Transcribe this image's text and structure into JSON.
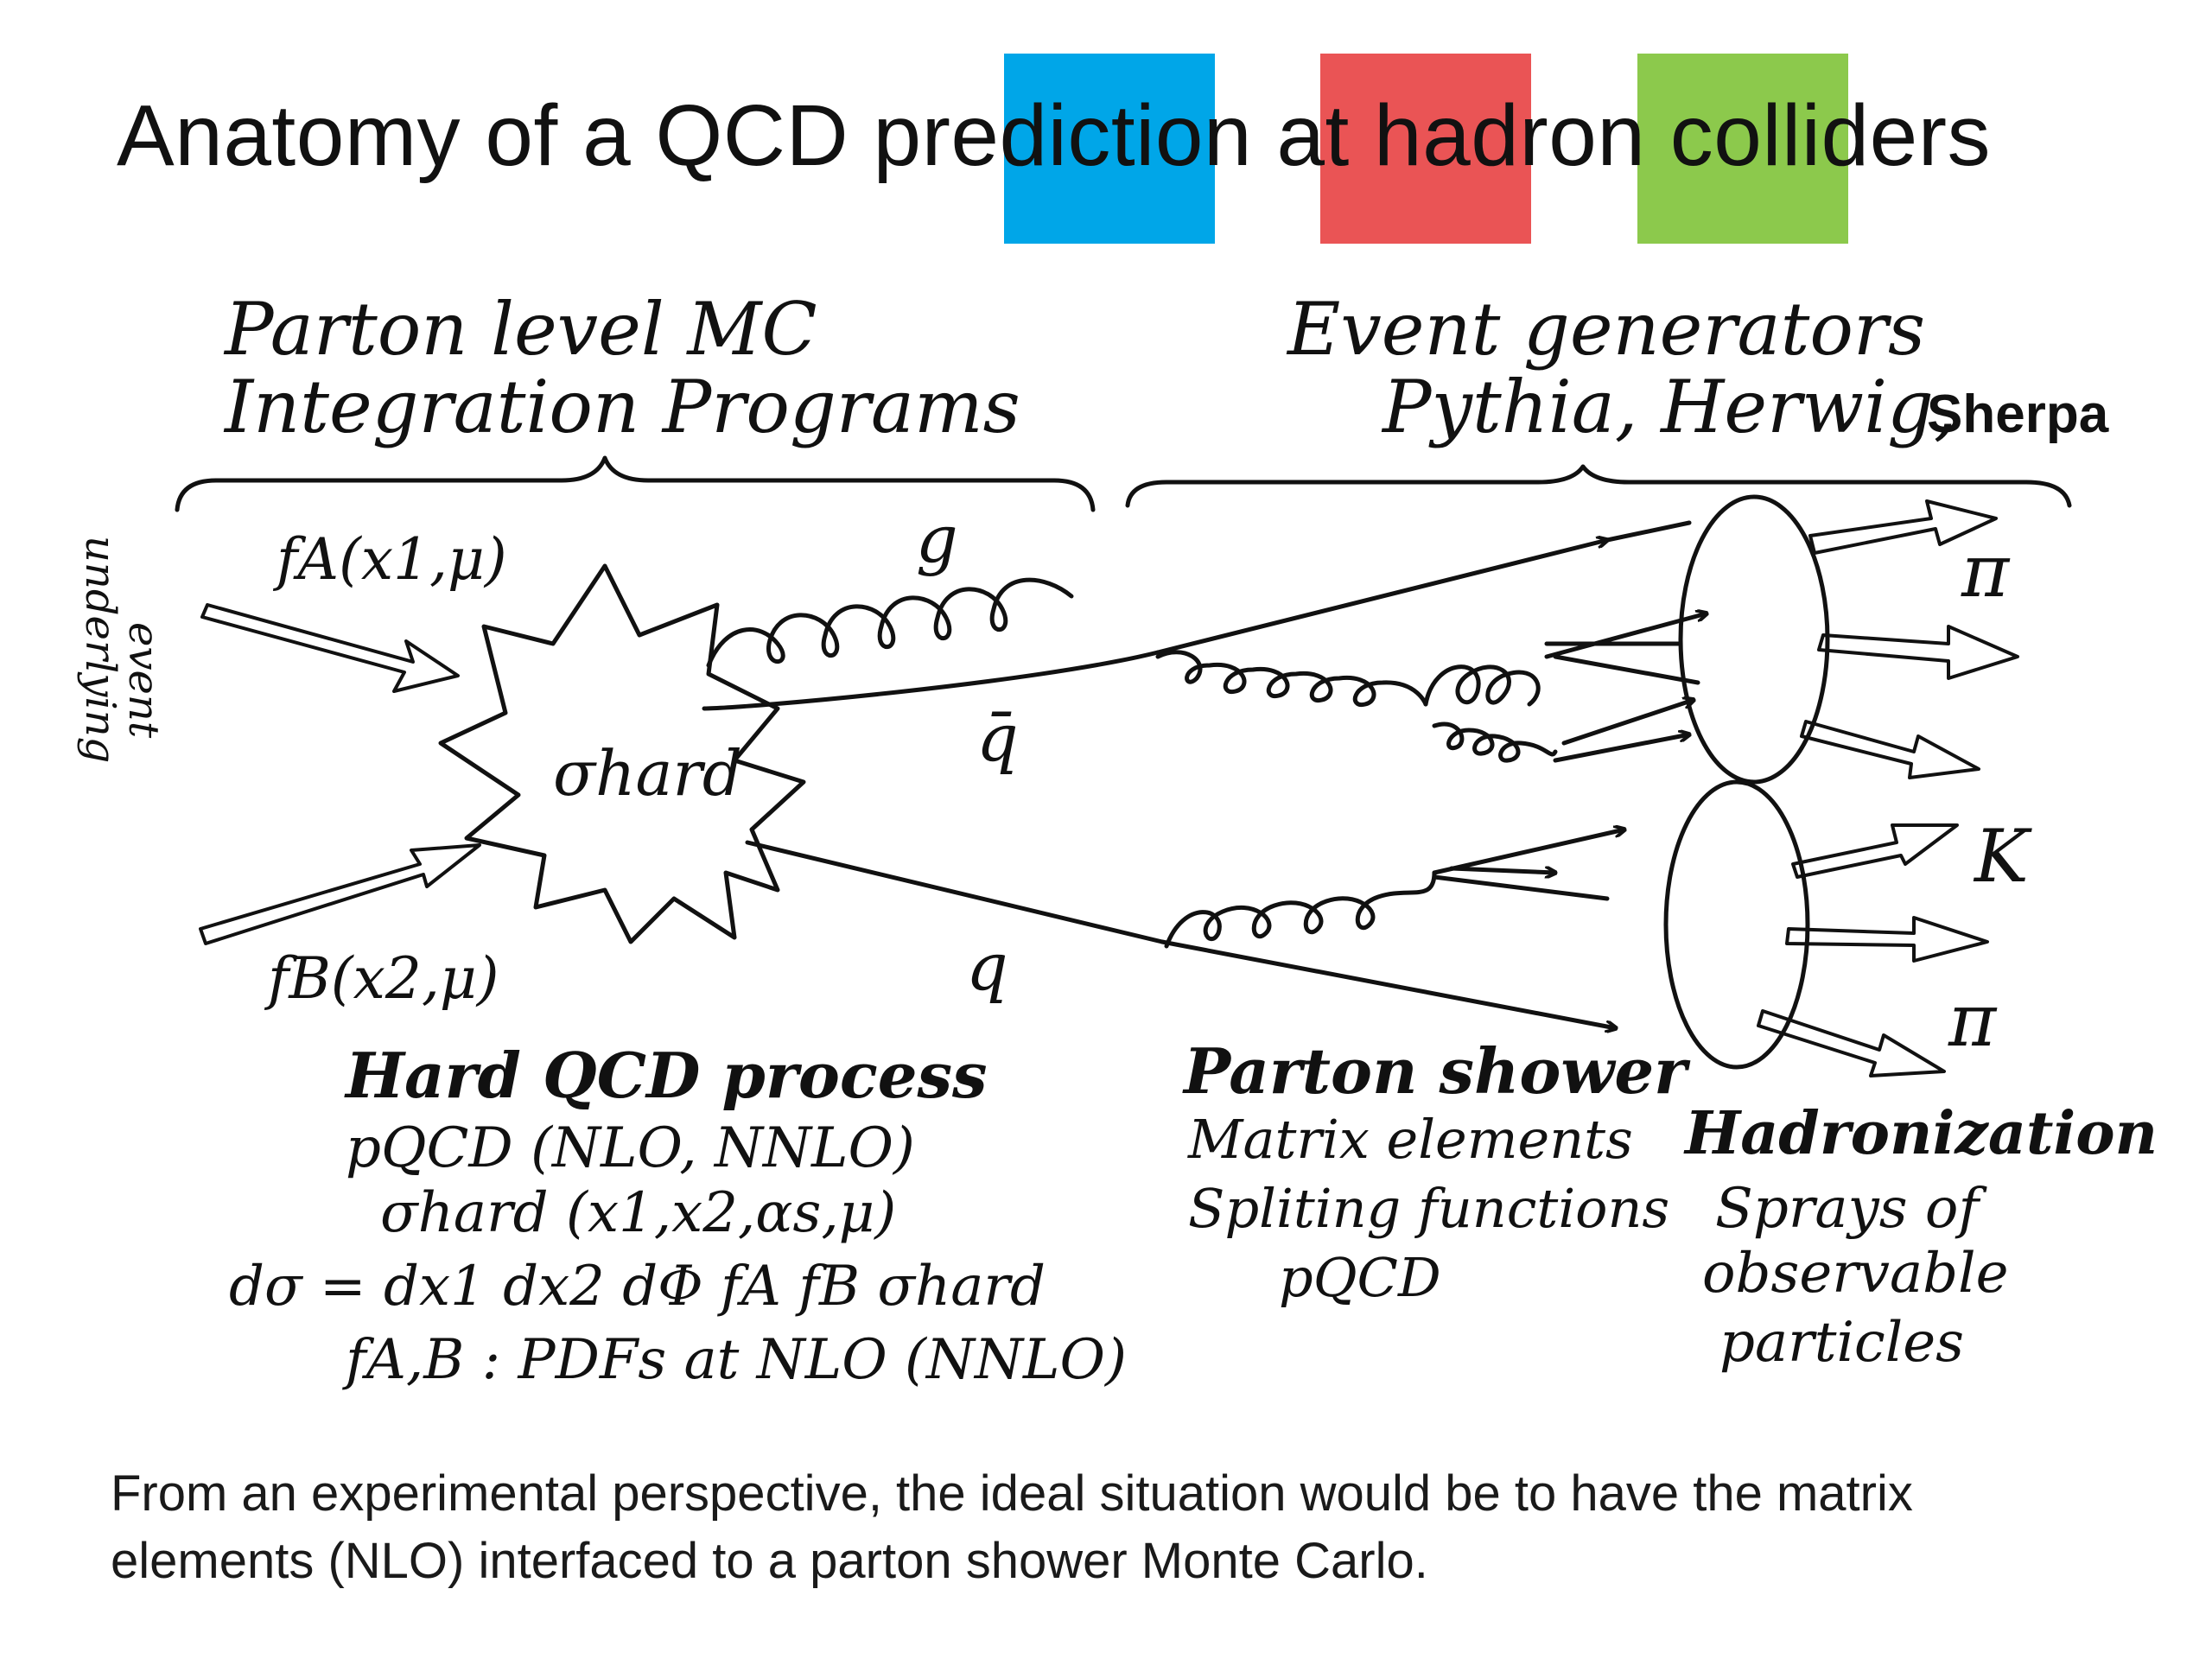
{
  "title": "Anatomy of a QCD prediction at hadron colliders",
  "colors": {
    "blue_block": "#00a6e8",
    "red_block": "#ea5455",
    "green_block": "#8cc94c"
  },
  "left_header": [
    "Parton level MC",
    "Integration Programs"
  ],
  "right_header": [
    "Event generators",
    "Pythia, Herwig,",
    "Sherpa"
  ],
  "side_label": [
    "underlying",
    "event"
  ],
  "pdf_a": "fA(x1,μ)",
  "pdf_b": "fB(x2,μ)",
  "sigma_hard": "σhard",
  "parton_g_top": "g",
  "parton_qbar": "q̄",
  "parton_q": "q",
  "hadrons": [
    "π",
    "K",
    "π"
  ],
  "hard_process": {
    "heading": "Hard QCD process",
    "lines": [
      "pQCD (NLO, NNLO)",
      "σhard (x1,x2,αs,μ)",
      "dσ = dx1 dx2 dΦ fA fB σhard",
      "fA,B : PDFs at NLO (NNLO)"
    ]
  },
  "parton_shower": {
    "heading": "Parton shower",
    "lines": [
      "Matrix elements",
      "Spliting functions",
      "pQCD"
    ]
  },
  "hadronization": {
    "heading": "Hadronization",
    "lines": [
      "Sprays of",
      "observable",
      "particles"
    ]
  },
  "caption": [
    "From an experimental perspective, the ideal situation would be to have the matrix",
    "elements (NLO) interfaced to a parton shower Monte Carlo."
  ]
}
